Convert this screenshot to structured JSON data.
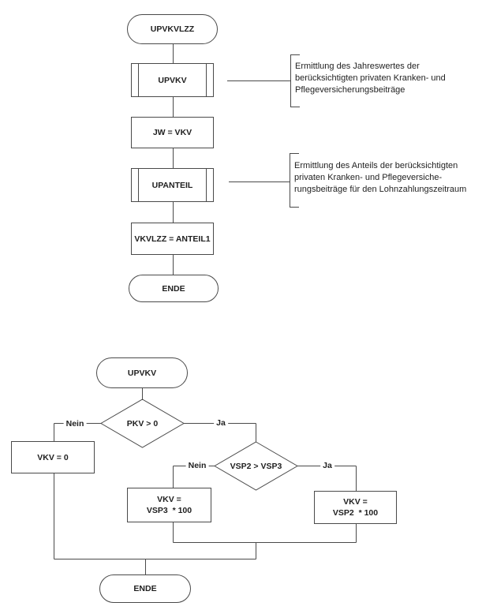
{
  "colors": {
    "line": "#4a4a4a",
    "text": "#1f1f1f",
    "background": "#ffffff"
  },
  "flow1": {
    "start": "UPVKVLZZ",
    "sub_upvkv": "UPVKV",
    "proc_jw": "JW = VKV",
    "sub_upanteil": "UPANTEIL",
    "proc_vkvlzz": "VKVLZZ = ANTEIL1",
    "end": "ENDE",
    "note1": "Ermittlung des Jahreswertes der\nberücksichtigten privaten Kranken- und\nPflegeversicherungsbeiträge",
    "note2": "Ermittlung des Anteils der berücksichtigten\nprivaten Kranken- und Pflegeversiche-\nrungsbeiträge für den Lohnzahlungszeitraum"
  },
  "flow2": {
    "start": "UPVKV",
    "decision_pkv": "PKV > 0",
    "label_nein1": "Nein",
    "label_ja1": "Ja",
    "proc_vkv0": "VKV = 0",
    "decision_vsp": "VSP2 > VSP3",
    "label_nein2": "Nein",
    "label_ja2": "Ja",
    "proc_vsp3": "VKV =\nVSP3  * 100",
    "proc_vsp2": "VKV =\nVSP2  * 100",
    "end": "ENDE"
  }
}
